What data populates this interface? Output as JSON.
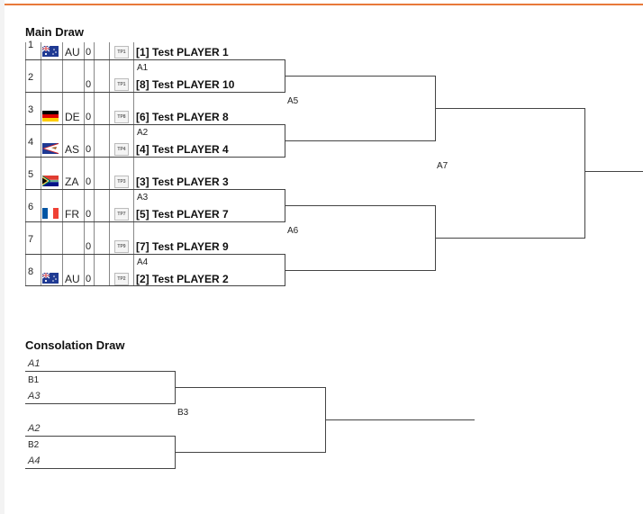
{
  "main_draw": {
    "title": "Main Draw",
    "slots": [
      {
        "seed": "1",
        "country": "AU",
        "flag": "au",
        "score": "0",
        "badge": "TP1",
        "player": "[1] Test PLAYER 1"
      },
      {
        "seed": "2",
        "country": "",
        "flag": "",
        "score": "0",
        "badge": "TP1",
        "player": "[8] Test PLAYER 10"
      },
      {
        "seed": "3",
        "country": "DE",
        "flag": "de",
        "score": "0",
        "badge": "TP8",
        "player": "[6] Test PLAYER 8"
      },
      {
        "seed": "4",
        "country": "AS",
        "flag": "as",
        "score": "0",
        "badge": "TP4",
        "player": "[4] Test PLAYER 4"
      },
      {
        "seed": "5",
        "country": "ZA",
        "flag": "za",
        "score": "0",
        "badge": "TP3",
        "player": "[3] Test PLAYER 3"
      },
      {
        "seed": "6",
        "country": "FR",
        "flag": "fr",
        "score": "0",
        "badge": "TP7",
        "player": "[5] Test PLAYER 7"
      },
      {
        "seed": "7",
        "country": "",
        "flag": "",
        "score": "0",
        "badge": "TP9",
        "player": "[7] Test PLAYER 9"
      },
      {
        "seed": "8",
        "country": "AU",
        "flag": "au",
        "score": "0",
        "badge": "TP2",
        "player": "[2] Test PLAYER 2"
      }
    ],
    "round1_labels": [
      "A1",
      "A2",
      "A3",
      "A4"
    ],
    "round2_labels": [
      "A5",
      "A6"
    ],
    "round3_labels": [
      "A7"
    ]
  },
  "consolation_draw": {
    "title": "Consolation Draw",
    "slots": [
      "A1",
      "A3",
      "A2",
      "A4"
    ],
    "round1_labels": [
      "B1",
      "B2"
    ],
    "round2_labels": [
      "B3"
    ]
  },
  "colors": {
    "accent": "#e8793a",
    "line": "#444444"
  }
}
